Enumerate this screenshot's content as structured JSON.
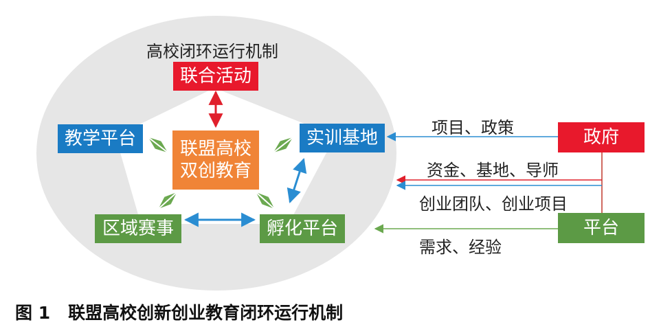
{
  "title": "高校闭环运行机制",
  "caption": {
    "figure_no": "图 1",
    "text": "联盟高校创新创业教育闭环运行机制"
  },
  "nodes": {
    "joint_activity": "联合活动",
    "teaching_platform": "教学平台",
    "core_line1": "联盟高校",
    "core_line2": "双创教育",
    "training_base": "实训基地",
    "regional_contest": "区域赛事",
    "incubation_platform": "孵化平台",
    "government": "政府",
    "platform": "平台"
  },
  "flows": {
    "projects_policy": "项目、政策",
    "funds_base_mentor": "资金、基地、导师",
    "teams_projects": "创业团队、创业项目",
    "demand_experience": "需求、经验"
  },
  "colors": {
    "red": "#e8192c",
    "blue": "#1a7bc4",
    "orange": "#f08437",
    "green": "#5c9a45",
    "ellipse": "#e6e6e6",
    "arrow_blue": "#2a8dd2",
    "arrow_red": "#e0202c",
    "arrow_green": "#6aa84f",
    "line_red": "#c0392b"
  }
}
